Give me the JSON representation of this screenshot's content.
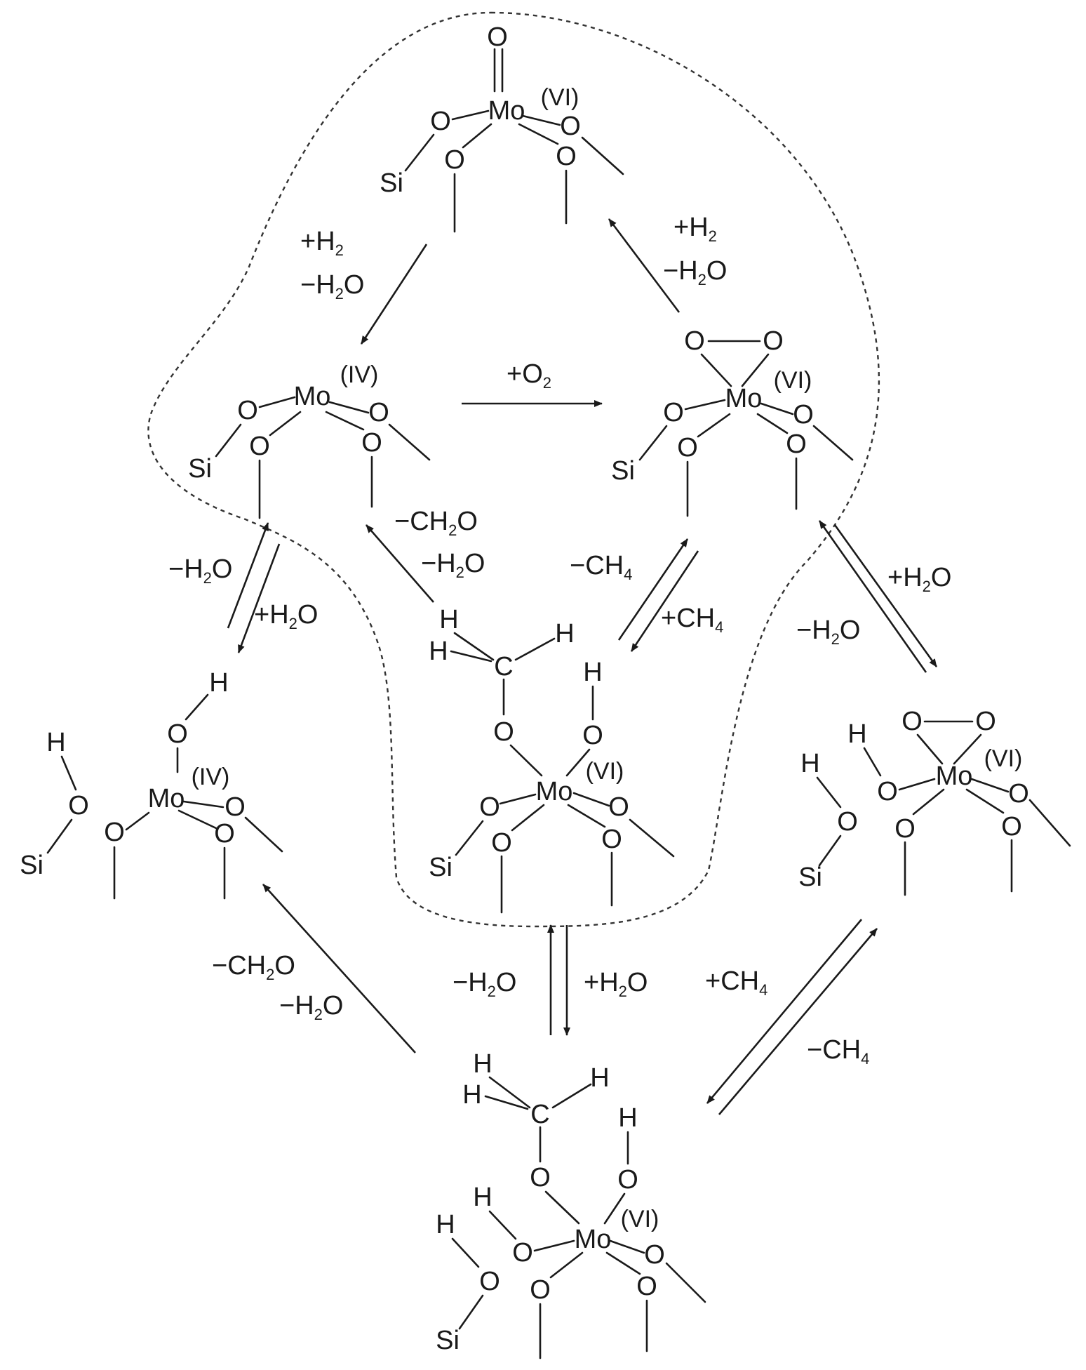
{
  "atoms": {
    "mo": "Mo",
    "o": "O",
    "si": "Si",
    "h": "H",
    "c": "C"
  },
  "oxidation_states": {
    "vi": "(VI)",
    "iv": "(IV)"
  },
  "labels": {
    "top_left": [
      "+H",
      "2",
      "",
      "−H",
      "2",
      "O"
    ],
    "top_right": [
      "+H",
      "2",
      "",
      "−H",
      "2",
      "O"
    ],
    "plus_o2": [
      "+O",
      "2",
      ""
    ],
    "mid_center_ch2o": [
      "−CH",
      "2",
      "O",
      "−H",
      "2",
      "O"
    ],
    "left_pair": [
      "−H",
      "2",
      "O",
      "+H",
      "2",
      "O"
    ],
    "mid_ch4": [
      "−CH",
      "4",
      "",
      "+CH",
      "4",
      ""
    ],
    "right_pair": [
      "+H",
      "2",
      "O",
      "−H",
      "2",
      "O"
    ],
    "lower_left_ch2o": [
      "−CH",
      "2",
      "O",
      "−H",
      "2",
      "O"
    ],
    "bottom_vertical": [
      "−H",
      "2",
      "O",
      "+H",
      "2",
      "O"
    ],
    "bottom_ch4": [
      "+CH",
      "4",
      "",
      "−CH",
      "4",
      ""
    ]
  }
}
